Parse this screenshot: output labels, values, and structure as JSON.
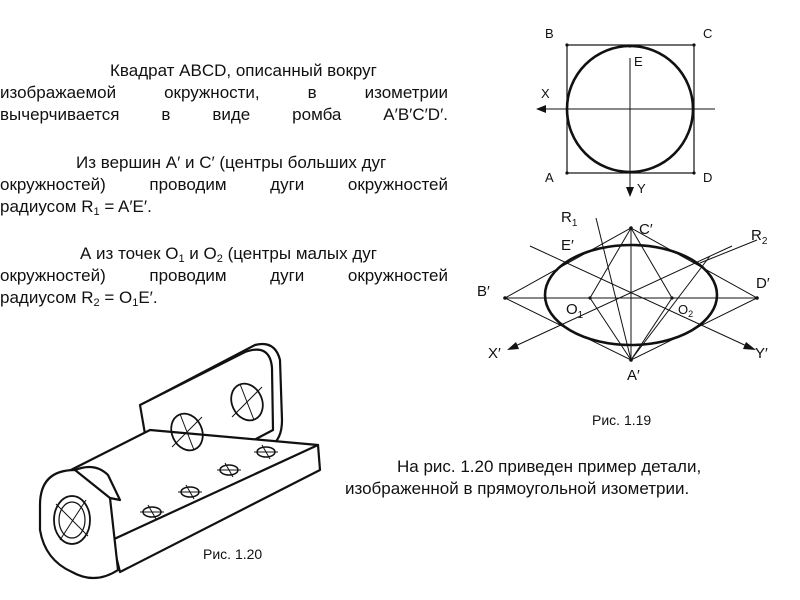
{
  "para1": {
    "l1": "Квадрат ABCD, описанный вокруг",
    "l2": "изображаемой окружности, в изометрии",
    "l3": "вычерчивается в виде ромба A′B′C′D′."
  },
  "para2": {
    "l1": "Из вершин A′ и C′ (центры больших дуг",
    "l2": "окружностей) проводим дуги окружностей",
    "l3a": "радиусом R",
    "l3sub": "1",
    "l3b": " = A′E′."
  },
  "para3": {
    "l1a": "А из точек O",
    "l1sub1": "1",
    "l1b": " и O",
    "l1sub2": "2",
    "l1c": " (центры малых дуг",
    "l2": "окружностей) проводим дуги окружностей",
    "l3a": "радиусом R",
    "l3sub": "2",
    "l3b": " = O",
    "l3sub2": "1",
    "l3c": "E′."
  },
  "para4": {
    "l1": "На рис. 1.20 приведен пример детали,",
    "l2": "изображенной в прямоугольной изометрии."
  },
  "captions": {
    "fig119": "Рис. 1.19",
    "fig120": "Рис. 1.20"
  },
  "square_labels": {
    "B": "B",
    "C": "C",
    "E": "E",
    "X": "X",
    "A": "A",
    "D": "D",
    "Y": "Y"
  },
  "rhombus_labels": {
    "R1": "R",
    "R1sub": "1",
    "C": "C′",
    "E": "E′",
    "R2": "R",
    "R2sub": "2",
    "B": "B′",
    "D": "D′",
    "O1": "O",
    "O1sub": "1",
    "O2": "O",
    "O2sub": "2",
    "X": "X′",
    "Y": "Y′",
    "A": "A′"
  }
}
